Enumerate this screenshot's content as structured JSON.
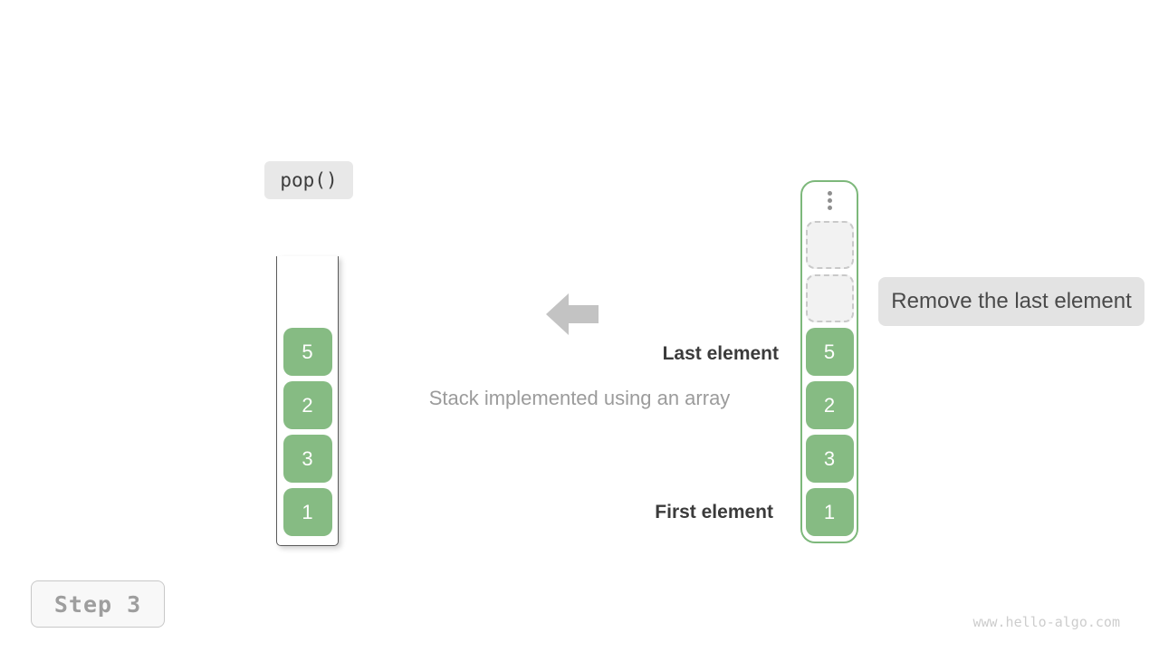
{
  "operation": {
    "label": "pop()"
  },
  "step": {
    "label": "Step 3"
  },
  "watermark": {
    "text": "www.hello-algo.com"
  },
  "caption": {
    "text": "Stack implemented using an array"
  },
  "annotation": {
    "text": "Remove the last element"
  },
  "labels": {
    "last_element": "Last element",
    "first_element": "First element"
  },
  "left_stack": {
    "cells": [
      {
        "type": "value",
        "label": "5"
      },
      {
        "type": "value",
        "label": "2"
      },
      {
        "type": "value",
        "label": "3"
      },
      {
        "type": "value",
        "label": "1"
      }
    ]
  },
  "right_stack": {
    "ellipsis_dots": 3,
    "cells": [
      {
        "type": "empty",
        "label": ""
      },
      {
        "type": "empty",
        "label": ""
      },
      {
        "type": "value",
        "label": "5"
      },
      {
        "type": "value",
        "label": "2"
      },
      {
        "type": "value",
        "label": "3"
      },
      {
        "type": "value",
        "label": "1"
      }
    ]
  },
  "colors": {
    "cell_green": "#86bb83",
    "stack_border_green": "#7db87b",
    "annotation_bg": "#e3e3e3",
    "chip_bg": "#e8e8e8",
    "arrow_gray": "#c3c3c3",
    "dark_text": "#3b3b3b",
    "muted_text": "#9b9b9b"
  }
}
